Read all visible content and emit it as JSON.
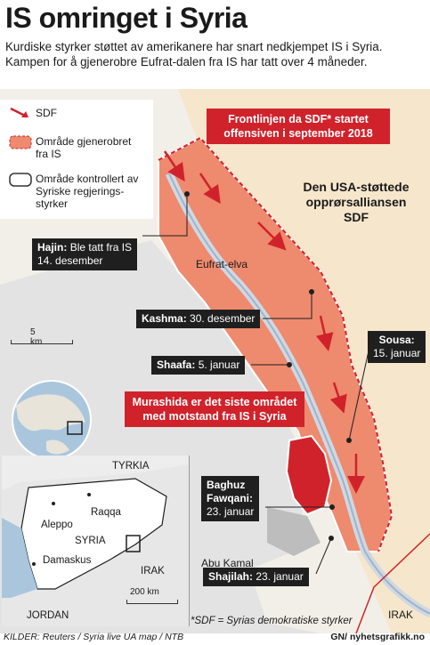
{
  "title": "IS omringet i Syria",
  "intro": {
    "line1": "Kurdiske styrker støttet av amerikanere har snart nedkjempet IS i Syria.",
    "line2": "Kampen for å gjenerobre Eufrat-dalen fra IS har tatt over 4 måneder."
  },
  "legend": {
    "sdf": "SDF",
    "recaptured": "Område gjenerobret fra IS",
    "regime": "Område kontrollert av Syriske regjerings-styrker"
  },
  "callouts": {
    "frontline": "Frontlinjen da SDF* startet offensiven i september 2018",
    "murashida": "Murashida er det siste området med motstand fra IS i Syria"
  },
  "sdf_alliance": "Den USA-støttede opprørsalliansen SDF",
  "places": {
    "hajin": {
      "name": "Hajin:",
      "text": "Ble tatt fra IS",
      "date": "14. desember"
    },
    "kashma": {
      "name": "Kashma:",
      "date": "30. desember"
    },
    "shaafa": {
      "name": "Shaafa:",
      "date": "5. januar"
    },
    "sousa": {
      "name": "Sousa:",
      "date": "15. januar"
    },
    "baghuz": {
      "name1": "Baghuz",
      "name2": "Fawqani:",
      "date": "23. januar"
    },
    "shajilah": {
      "name": "Shajilah:",
      "date": "23. januar"
    }
  },
  "map_labels": {
    "river": "Eufrat-elva",
    "abu_kamal": "Abu Kamal",
    "irak": "IRAK",
    "scale": "5 km"
  },
  "inset": {
    "tyrkia": "TYRKIA",
    "aleppo": "Aleppo",
    "raqqa": "Raqqa",
    "syria": "SYRIA",
    "damaskus": "Damaskus",
    "irak": "IRAK",
    "jordan": "JORDAN",
    "scale": "200 km"
  },
  "footnote": "*SDF = Syrias demokratiske styrker",
  "footer": {
    "sources": "KILDER: Reuters / Syria live UA map / NTB",
    "logo": "GN/ nyhetsgrafikk.no"
  },
  "colors": {
    "recaptured_fill": "#ee8a6e",
    "front_red": "#d0222b",
    "desert": "#f6e6cc",
    "regime": "#cfcfcf"
  }
}
